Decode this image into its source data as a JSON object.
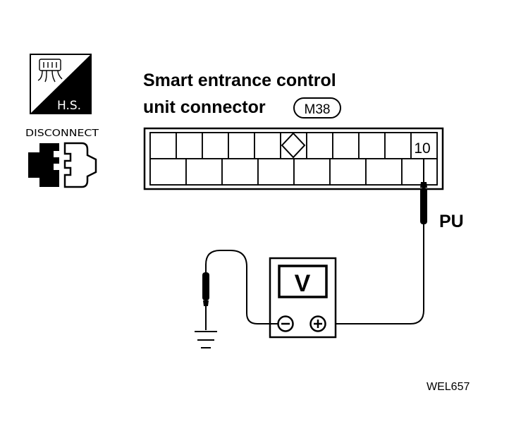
{
  "hs_badge": {
    "label": "H.S."
  },
  "disconnect_label": "DISCONNECT",
  "connector": {
    "title_line1": "Smart entrance control",
    "title_line2": "unit connector",
    "code": "M38",
    "terminal": "10"
  },
  "wire_color": "PU",
  "meter": {
    "symbol": "V",
    "minus": "−",
    "plus": "+"
  },
  "figure_ref": "WEL657"
}
